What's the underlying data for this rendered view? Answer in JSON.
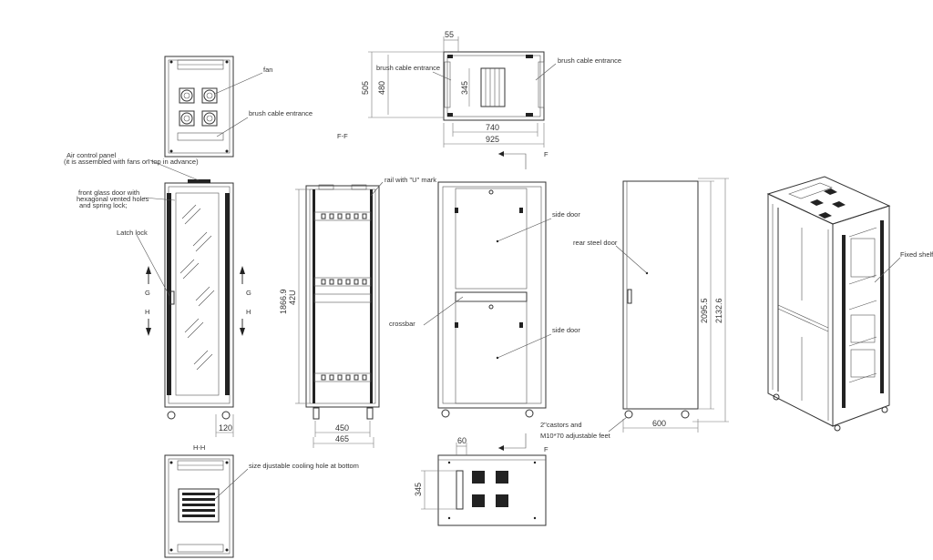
{
  "colors": {
    "line": "#333333",
    "background": "#ffffff",
    "dense": "#222222"
  },
  "labels": {
    "fan": "fan",
    "brush_top_left": "brush cable entrance",
    "brush_top_right": "brush cable entrance",
    "brush_top_view": "brush cable entrance",
    "air_panel_1": "Air control panel",
    "air_panel_2": "(it is assembled with fans on top in advance)",
    "front_door_1": "front glass door with",
    "front_door_2": "hexagonal vented holes",
    "front_door_3": "and spring lock;",
    "latch_lock": "Latch lock",
    "rail_mark": "rail with \"U\" mark",
    "side_door_upper": "side door",
    "side_door_lower": "side door",
    "crossbar": "crossbar",
    "rear_steel_door": "rear steel door",
    "castors_1": "2\"castors and",
    "castors_2": "M10*70 adjustable feet",
    "fixed_shelf": "Fixed shelf",
    "cooling_hole": "size djustable cooling hole at bottom"
  },
  "section_marks": {
    "ff": "F-F",
    "hh": "H-H",
    "g": "G",
    "h": "H",
    "f": "F"
  },
  "dimensions": {
    "d55": "55",
    "d505": "505",
    "d480": "480",
    "d345_top": "345",
    "d740": "740",
    "d925": "925",
    "d120": "120",
    "d1866": "1866.9",
    "d42u": "42U",
    "d450": "450",
    "d465": "465",
    "d2095": "2095.5",
    "d2132": "2132.6",
    "d600": "600",
    "d60": "60",
    "d345_bottom": "345"
  }
}
